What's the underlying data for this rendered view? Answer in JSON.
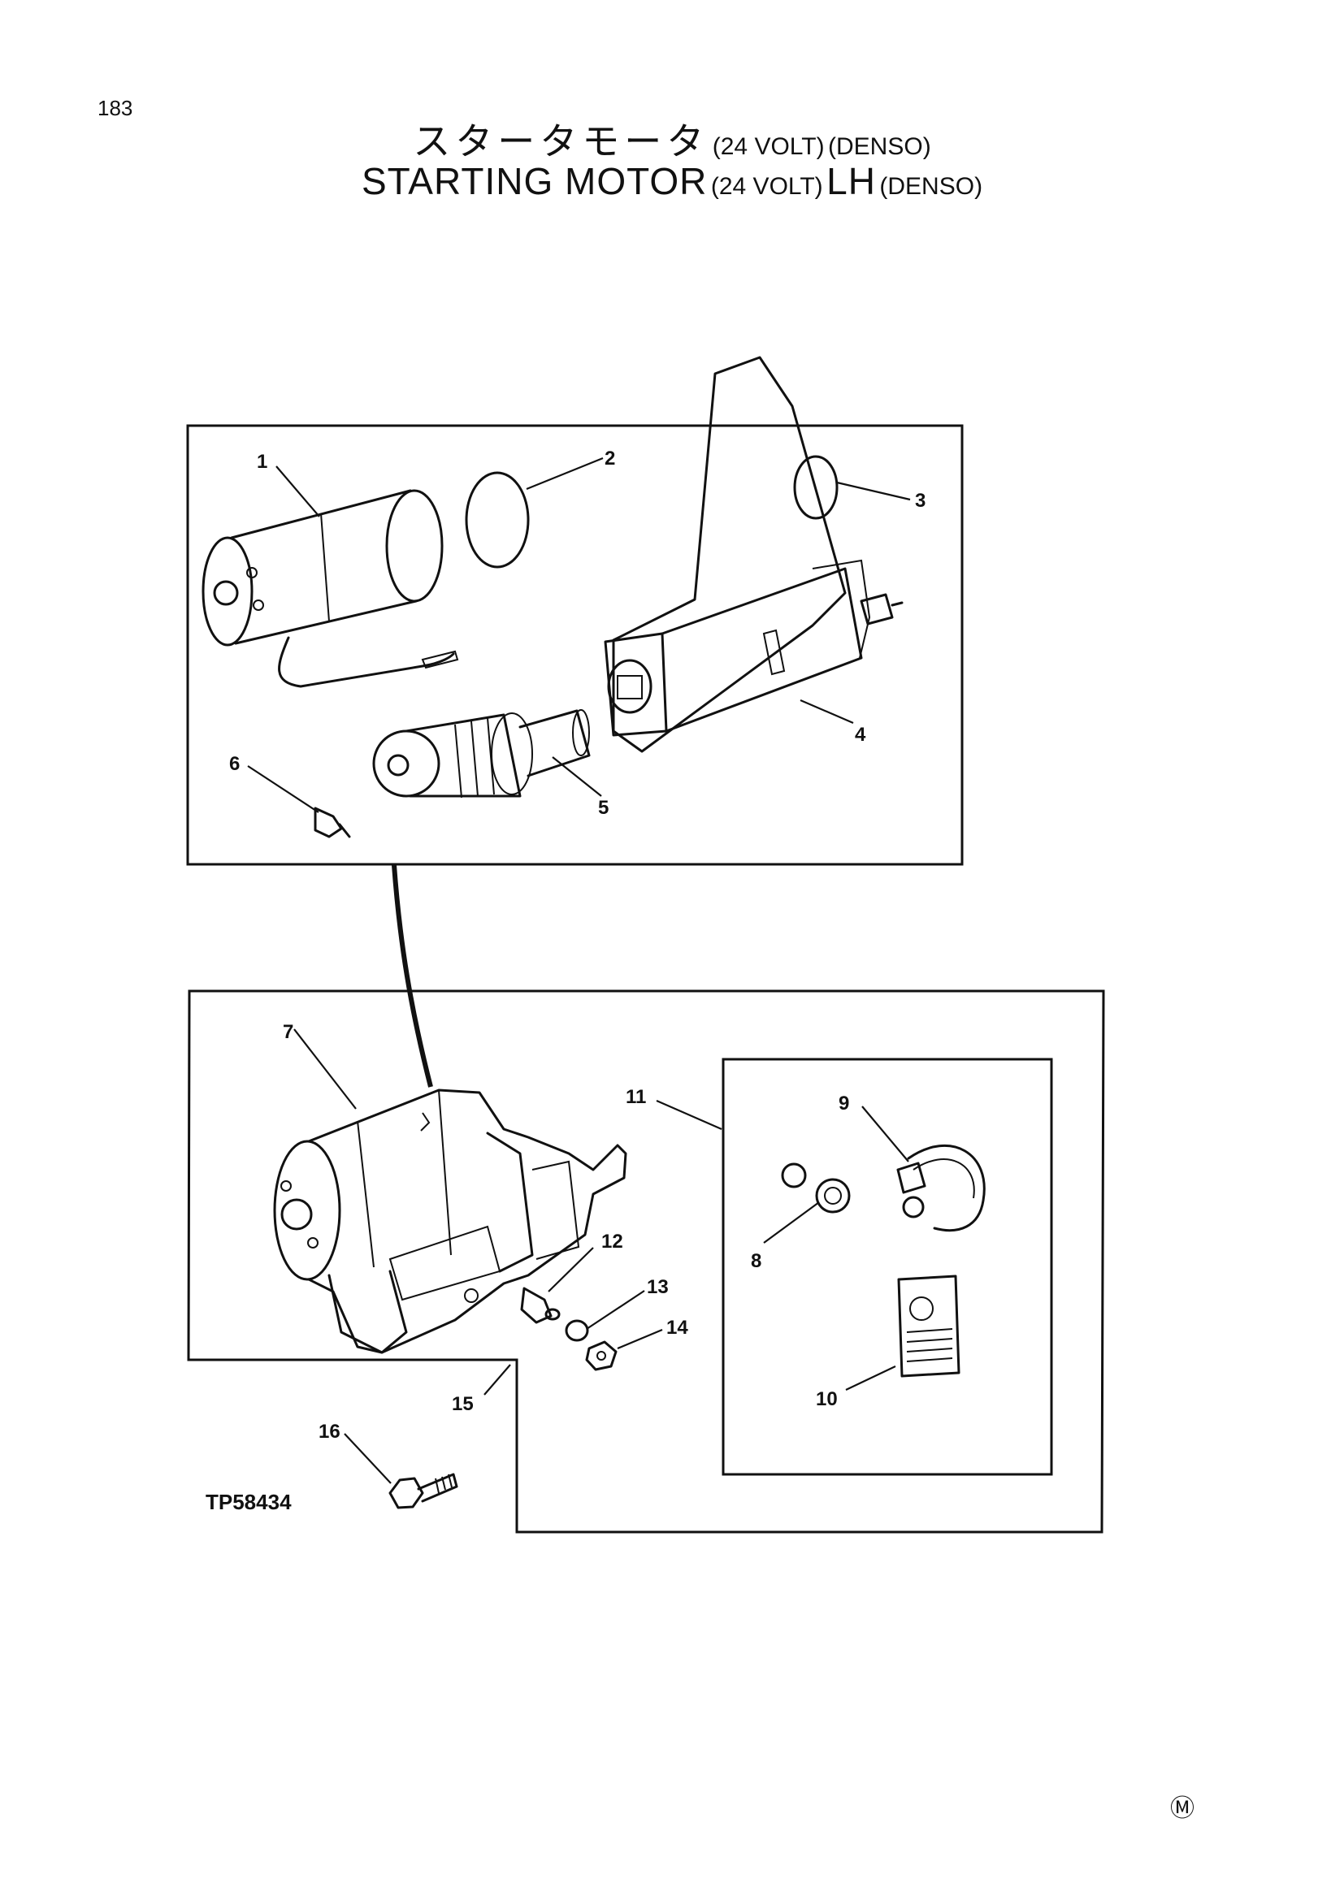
{
  "page": {
    "number": "183",
    "title_jp": {
      "main": "スタータモータ",
      "spec": "(24 VOLT)",
      "maker": "(DENSO)"
    },
    "title_en": {
      "main": "STARTING MOTOR",
      "spec": "(24 VOLT)",
      "side": "LH",
      "maker": "(DENSO)"
    },
    "figure_id": "TP58434",
    "corner_mark": "Ⓜ"
  },
  "callouts": [
    "1",
    "2",
    "3",
    "4",
    "5",
    "6",
    "7",
    "8",
    "9",
    "10",
    "11",
    "12",
    "13",
    "14",
    "15",
    "16"
  ]
}
